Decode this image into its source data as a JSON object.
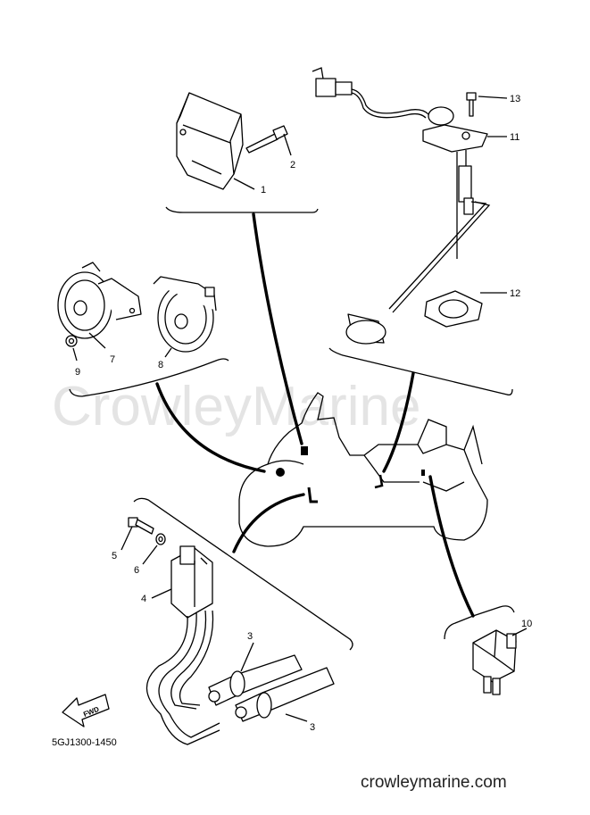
{
  "watermark": "CrowleyMarine",
  "website": "crowleymarine.com",
  "diagram_code": "5GJ1300-1450",
  "fwd_arrow_label": "FWD",
  "callouts": {
    "c1": "1",
    "c2": "2",
    "c3a": "3",
    "c3b": "3",
    "c4": "4",
    "c5": "5",
    "c6": "6",
    "c7": "7",
    "c8": "8",
    "c9": "9",
    "c10": "10",
    "c11": "11",
    "c12": "12",
    "c13": "13"
  }
}
